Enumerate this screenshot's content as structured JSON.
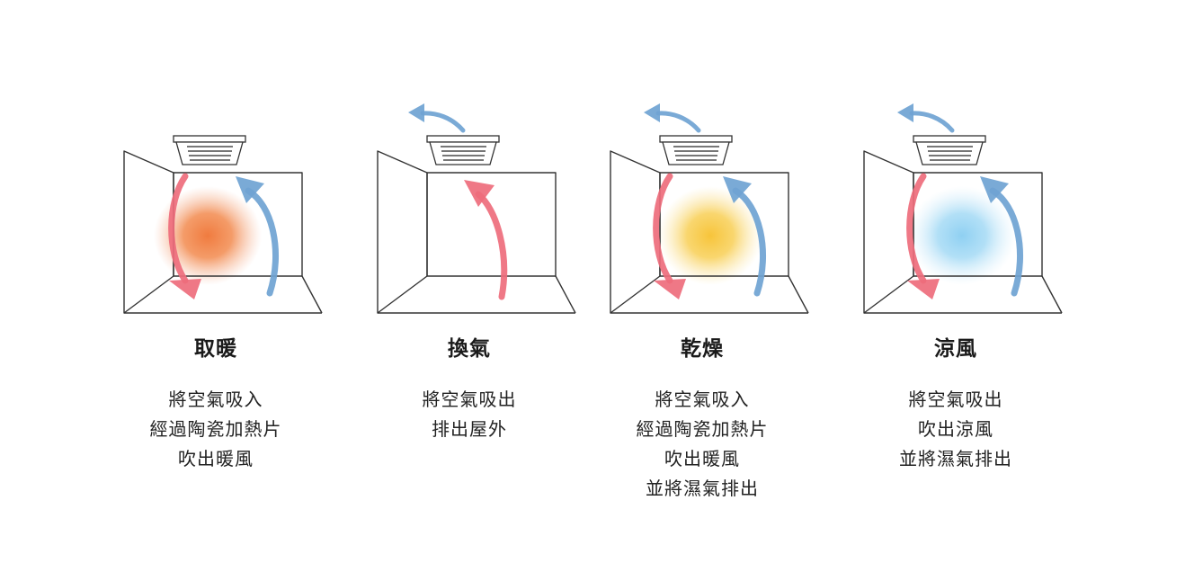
{
  "colors": {
    "warm_arrow": "#ee6d7c",
    "cool_arrow": "#6fa3d3",
    "heat_glow": "#f07b3f",
    "dry_glow": "#f7c43a",
    "cool_glow": "#8fd0f2",
    "room_line": "#333333"
  },
  "modes": [
    {
      "key": "heat",
      "title": "取暖",
      "lines": [
        "將空氣吸入",
        "經過陶瓷加熱片",
        "吹出暖風"
      ],
      "icons": [
        "room-icon",
        "ceiling-unit-icon",
        "warm-air-arrow-icon",
        "intake-arrow-icon",
        "heat-glow-icon"
      ]
    },
    {
      "key": "ventilate",
      "title": "換氣",
      "lines": [
        "將空氣吸出",
        "排出屋外"
      ],
      "icons": [
        "room-icon",
        "ceiling-unit-icon",
        "exhaust-arrow-icon",
        "intake-arrow-icon"
      ]
    },
    {
      "key": "dry",
      "title": "乾燥",
      "lines": [
        "將空氣吸入",
        "經過陶瓷加熱片",
        "吹出暖風",
        "並將濕氣排出"
      ],
      "icons": [
        "room-icon",
        "ceiling-unit-icon",
        "exhaust-arrow-icon",
        "warm-air-arrow-icon",
        "intake-arrow-icon",
        "dry-glow-icon"
      ]
    },
    {
      "key": "cool",
      "title": "涼風",
      "lines": [
        "將空氣吸出",
        "吹出涼風",
        "並將濕氣排出"
      ],
      "icons": [
        "room-icon",
        "ceiling-unit-icon",
        "exhaust-arrow-icon",
        "cool-air-arrow-icon",
        "intake-arrow-icon",
        "cool-glow-icon"
      ]
    }
  ]
}
